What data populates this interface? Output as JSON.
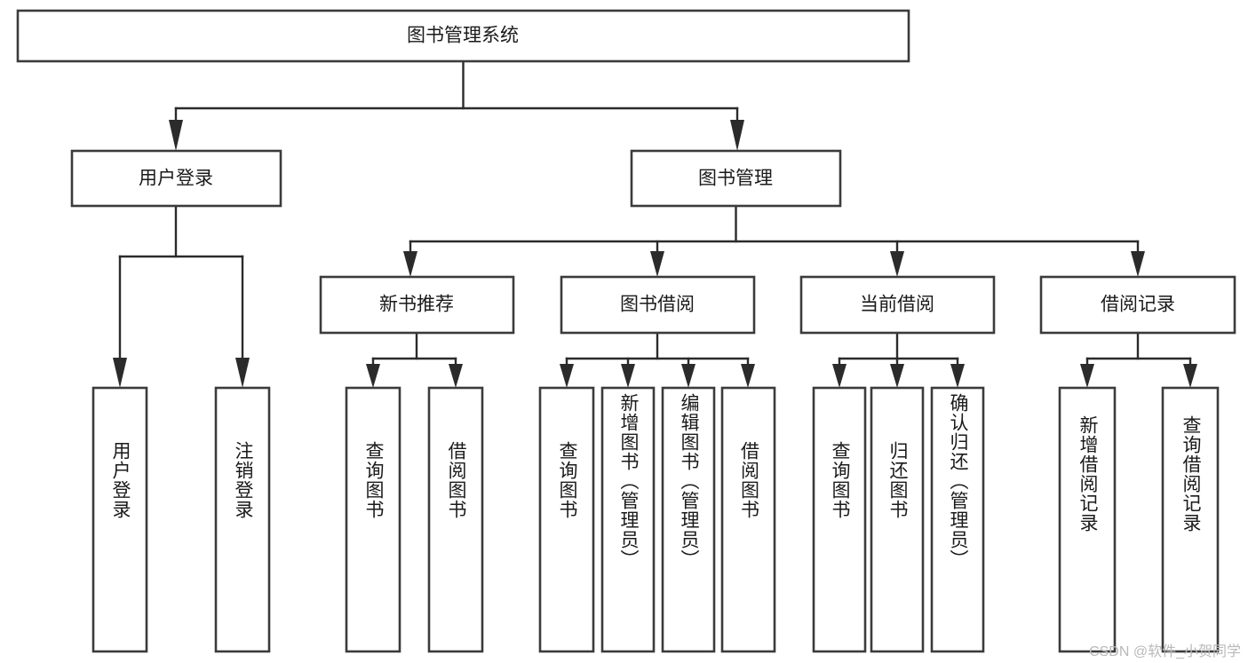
{
  "diagram": {
    "type": "tree-hierarchy",
    "title": "图书管理系统",
    "orientation": "top-down",
    "watermark": "CSDN @软件_小贺同学",
    "colors": {
      "box_stroke": "#3b3b3b",
      "box_fill": "#ffffff",
      "connector": "#2b2b2b",
      "text": "#1a1a1a",
      "watermark": "#b9b9b9",
      "background": "#ffffff"
    },
    "root": {
      "id": "root",
      "label": "图书管理系统"
    },
    "level2": [
      {
        "id": "user-login",
        "label": "用户登录"
      },
      {
        "id": "book-manage",
        "label": "图书管理"
      }
    ],
    "level3": [
      {
        "id": "new-book-recommend",
        "label": "新书推荐",
        "parent": "book-manage"
      },
      {
        "id": "book-borrow",
        "label": "图书借阅",
        "parent": "book-manage"
      },
      {
        "id": "current-borrow",
        "label": "当前借阅",
        "parent": "book-manage"
      },
      {
        "id": "borrow-record",
        "label": "借阅记录",
        "parent": "book-manage"
      }
    ],
    "leaves": {
      "user-login": [
        {
          "id": "leaf-user-login",
          "label": "用户登录"
        },
        {
          "id": "leaf-user-logout",
          "label": "注销登录"
        }
      ],
      "new-book-recommend": [
        {
          "id": "leaf-query-book-1",
          "label": "查询图书"
        },
        {
          "id": "leaf-borrow-book-1",
          "label": "借阅图书"
        }
      ],
      "book-borrow": [
        {
          "id": "leaf-query-book-2",
          "label": "查询图书"
        },
        {
          "id": "leaf-add-book",
          "label": "新增图书（管理员）"
        },
        {
          "id": "leaf-edit-book",
          "label": "编辑图书（管理员）"
        },
        {
          "id": "leaf-borrow-book-2",
          "label": "借阅图书"
        }
      ],
      "current-borrow": [
        {
          "id": "leaf-query-book-3",
          "label": "查询图书"
        },
        {
          "id": "leaf-return-book",
          "label": "归还图书"
        },
        {
          "id": "leaf-confirm-return",
          "label": "确认归还（管理员）"
        }
      ],
      "borrow-record": [
        {
          "id": "leaf-add-record",
          "label": "新增借阅记录"
        },
        {
          "id": "leaf-query-record",
          "label": "查询借阅记录"
        }
      ]
    }
  }
}
